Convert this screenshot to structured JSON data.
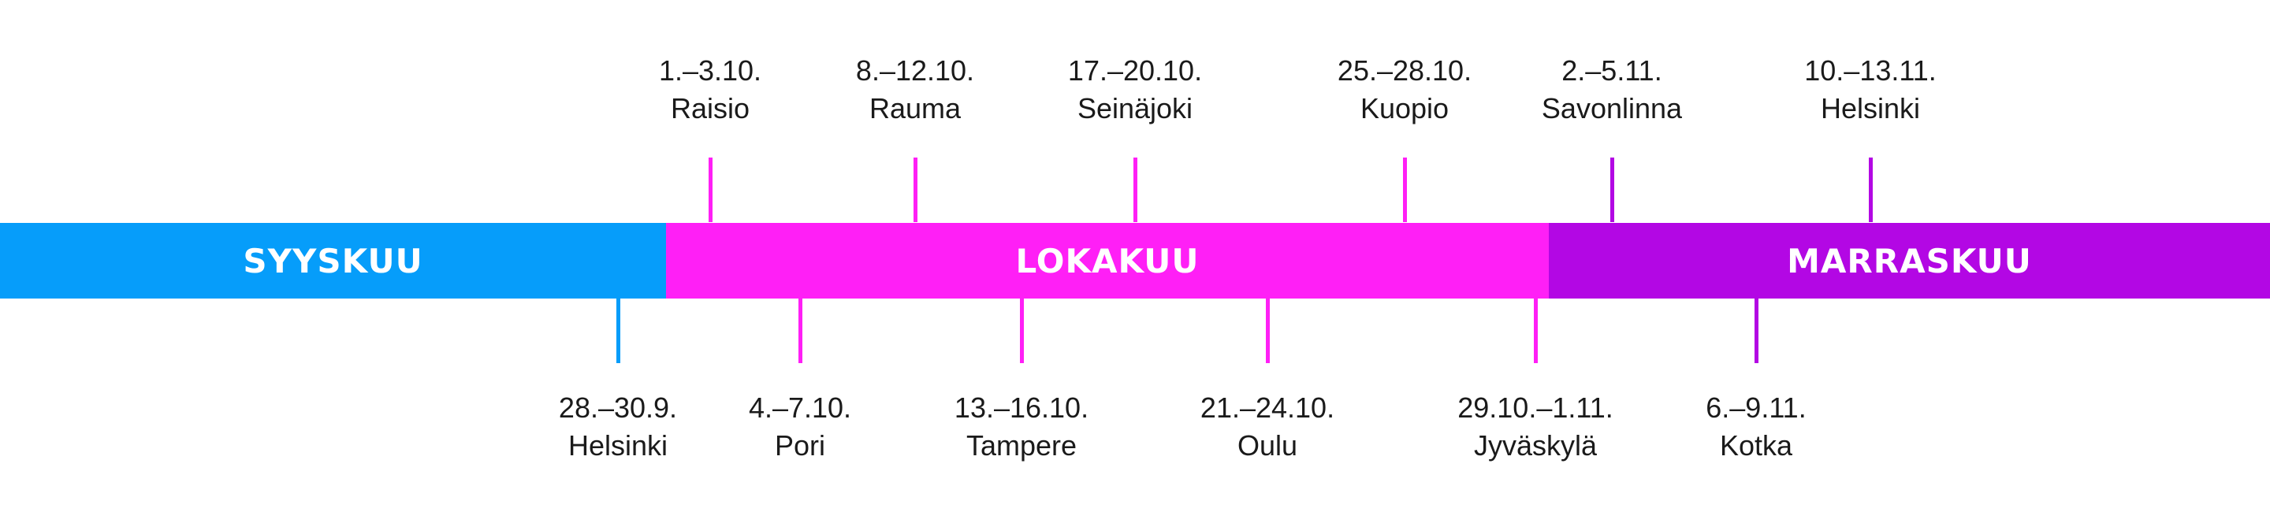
{
  "months": [
    {
      "label": "SYYSKUU",
      "color": "#069dfa"
    },
    {
      "label": "LOKAKUU",
      "color": "#ff1ff6"
    },
    {
      "label": "MARRASKUU",
      "color": "#b307e4"
    }
  ],
  "events_top": [
    {
      "date": "1.–3.10.",
      "city": "Raisio",
      "month": 1
    },
    {
      "date": "8.–12.10.",
      "city": "Rauma",
      "month": 1
    },
    {
      "date": "17.–20.10.",
      "city": "Seinäjoki",
      "month": 1
    },
    {
      "date": "25.–28.10.",
      "city": "Kuopio",
      "month": 1
    },
    {
      "date": "2.–5.11.",
      "city": "Savonlinna",
      "month": 2
    },
    {
      "date": "10.–13.11.",
      "city": "Helsinki",
      "month": 2
    }
  ],
  "events_bottom": [
    {
      "date": "28.–30.9.",
      "city": "Helsinki",
      "month": 0
    },
    {
      "date": "4.–7.10.",
      "city": "Pori",
      "month": 1
    },
    {
      "date": "13.–16.10.",
      "city": "Tampere",
      "month": 1
    },
    {
      "date": "21.–24.10.",
      "city": "Oulu",
      "month": 1
    },
    {
      "date": "29.10.–1.11.",
      "city": "Jyväskylä",
      "month": 1
    },
    {
      "date": "6.–9.11.",
      "city": "Kotka",
      "month": 2
    }
  ]
}
